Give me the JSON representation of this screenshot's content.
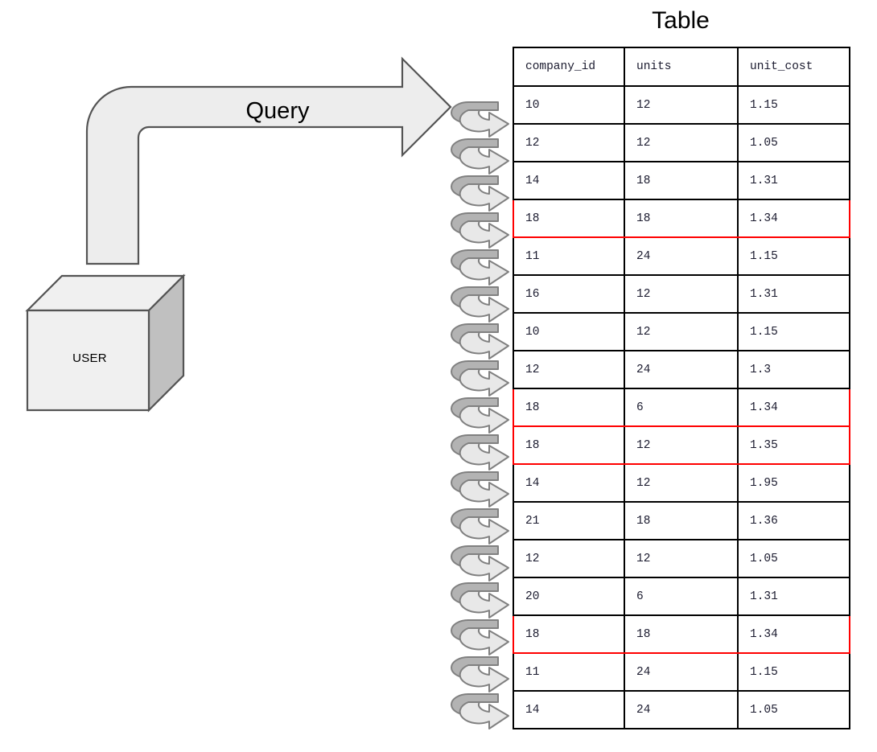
{
  "diagram": {
    "title": "Table",
    "query_arrow_label": "Query",
    "user_box_label": "USER",
    "spiral_coil_count": 17,
    "colors": {
      "shape_fill": "#ededed",
      "shape_stroke": "#545454",
      "cube_top_fill": "#f0f0f0",
      "cube_side_fill": "#c0c0c0",
      "coil_dark": "#b3b3b3",
      "coil_light": "#e8e8e8",
      "coil_stroke": "#808080",
      "table_border": "#000000",
      "highlight": "#ff0000",
      "text": "#000000"
    }
  },
  "table": {
    "columns": [
      "company_id",
      "units",
      "unit_cost"
    ],
    "rows": [
      {
        "company_id": "10",
        "units": "12",
        "unit_cost": "1.15",
        "highlighted": false
      },
      {
        "company_id": "12",
        "units": "12",
        "unit_cost": "1.05",
        "highlighted": false
      },
      {
        "company_id": "14",
        "units": "18",
        "unit_cost": "1.31",
        "highlighted": false
      },
      {
        "company_id": "18",
        "units": "18",
        "unit_cost": "1.34",
        "highlighted": true
      },
      {
        "company_id": "11",
        "units": "24",
        "unit_cost": "1.15",
        "highlighted": false
      },
      {
        "company_id": "16",
        "units": "12",
        "unit_cost": "1.31",
        "highlighted": false
      },
      {
        "company_id": "10",
        "units": "12",
        "unit_cost": "1.15",
        "highlighted": false
      },
      {
        "company_id": "12",
        "units": "24",
        "unit_cost": "1.3",
        "highlighted": false
      },
      {
        "company_id": "18",
        "units": "6",
        "unit_cost": "1.34",
        "highlighted": true
      },
      {
        "company_id": "18",
        "units": "12",
        "unit_cost": "1.35",
        "highlighted": true
      },
      {
        "company_id": "14",
        "units": "12",
        "unit_cost": "1.95",
        "highlighted": false
      },
      {
        "company_id": "21",
        "units": "18",
        "unit_cost": "1.36",
        "highlighted": false
      },
      {
        "company_id": "12",
        "units": "12",
        "unit_cost": "1.05",
        "highlighted": false
      },
      {
        "company_id": "20",
        "units": "6",
        "unit_cost": "1.31",
        "highlighted": false
      },
      {
        "company_id": "18",
        "units": "18",
        "unit_cost": "1.34",
        "highlighted": true
      },
      {
        "company_id": "11",
        "units": "24",
        "unit_cost": "1.15",
        "highlighted": false
      },
      {
        "company_id": "14",
        "units": "24",
        "unit_cost": "1.05",
        "highlighted": false
      }
    ]
  }
}
